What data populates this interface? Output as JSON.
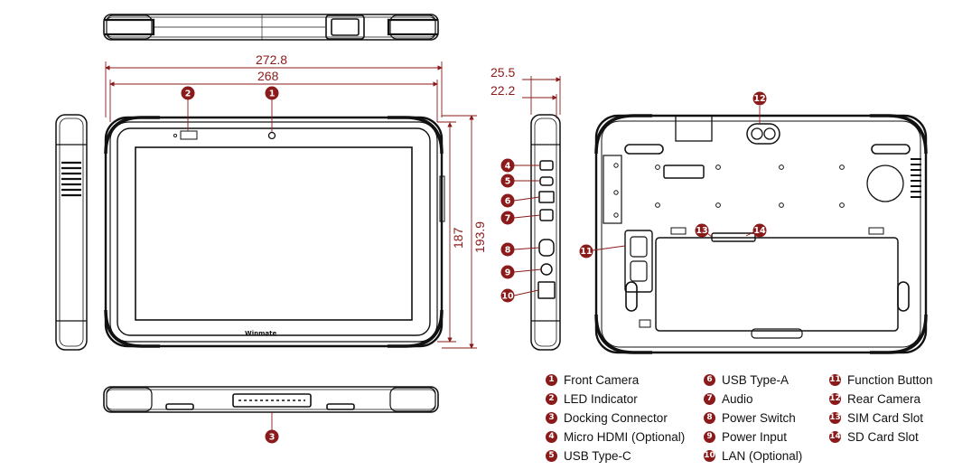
{
  "dimensions": {
    "outer_width": "272.8",
    "inner_width": "268",
    "inner_height": "187",
    "outer_height": "193.9",
    "depth_outer": "25.5",
    "depth_inner": "22.2"
  },
  "brand_label": "Winmate",
  "callouts": [
    "1",
    "2",
    "3",
    "4",
    "5",
    "6",
    "7",
    "8",
    "9",
    "10",
    "11",
    "12",
    "13",
    "14"
  ],
  "legend": [
    {
      "num": "1",
      "label": "Front Camera"
    },
    {
      "num": "2",
      "label": "LED Indicator"
    },
    {
      "num": "3",
      "label": "Docking Connector"
    },
    {
      "num": "4",
      "label": "Micro HDMI (Optional)"
    },
    {
      "num": "5",
      "label": "USB Type-C"
    },
    {
      "num": "6",
      "label": "USB Type-A"
    },
    {
      "num": "7",
      "label": "Audio"
    },
    {
      "num": "8",
      "label": "Power Switch"
    },
    {
      "num": "9",
      "label": "Power Input"
    },
    {
      "num": "10",
      "label": "LAN (Optional)"
    },
    {
      "num": "11",
      "label": "Function Button"
    },
    {
      "num": "12",
      "label": "Rear Camera"
    },
    {
      "num": "13",
      "label": "SIM Card Slot"
    },
    {
      "num": "14",
      "label": "SD Card Slot"
    }
  ],
  "colors": {
    "accent": "#8b1a1a",
    "outline": "#111111"
  }
}
